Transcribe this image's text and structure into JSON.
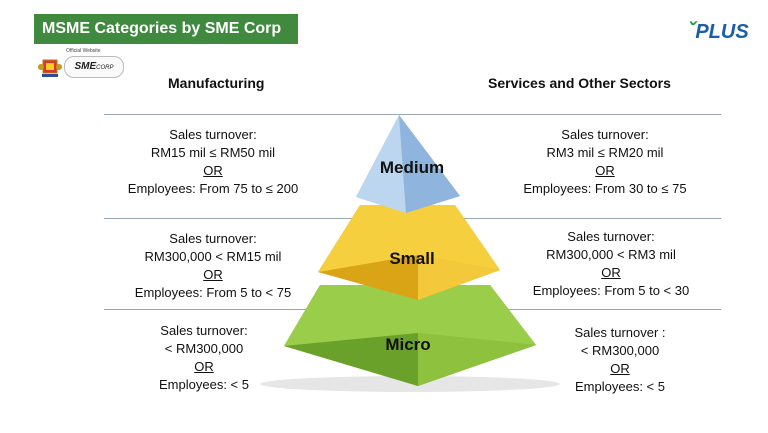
{
  "header": {
    "title": "MSME Categories by SME Corp",
    "official_label": "Official Website",
    "sme_logo_text": "SME",
    "sme_logo_sub": "CORP",
    "plus_logo_text": "PLUS"
  },
  "columns": {
    "left": "Manufacturing",
    "right": "Services and Other Sectors"
  },
  "tiers": {
    "medium": {
      "label": "Medium",
      "manufacturing": {
        "line1": "Sales turnover:",
        "line2": "RM15 mil ≤ RM50 mil",
        "or": "OR",
        "line3": "Employees: From 75 to ≤ 200"
      },
      "services": {
        "line1": "Sales turnover:",
        "line2": "RM3 mil ≤ RM20 mil",
        "or": "OR",
        "line3": "Employees: From 30 to ≤ 75"
      }
    },
    "small": {
      "label": "Small",
      "manufacturing": {
        "line1": "Sales turnover:",
        "line2": "RM300,000 < RM15 mil",
        "or": "OR",
        "line3": "Employees: From 5 to < 75"
      },
      "services": {
        "line1": "Sales turnover:",
        "line2": "RM300,000 < RM3 mil",
        "or": "OR",
        "line3": "Employees: From 5 to < 30"
      }
    },
    "micro": {
      "label": "Micro",
      "manufacturing": {
        "line1": "Sales turnover:",
        "line2": "< RM300,000",
        "or": "OR",
        "line3": "Employees: < 5"
      },
      "services": {
        "line1": "Sales turnover :",
        "line2": "< RM300,000",
        "or": "OR",
        "line3": "Employees: < 5"
      }
    }
  },
  "colors": {
    "title_bg": "#3f8a3f",
    "medium": "#a9c8ea",
    "small": "#f0c32a",
    "micro": "#8cc63f"
  }
}
